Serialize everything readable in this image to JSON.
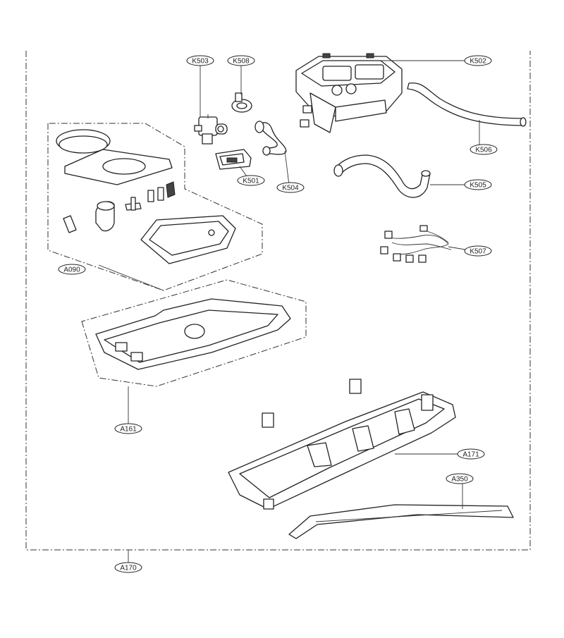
{
  "diagram": {
    "labels": {
      "k503": "K503",
      "k508": "K508",
      "k502": "K502",
      "k506": "K506",
      "k501": "K501",
      "k504": "K504",
      "k505": "K505",
      "k507": "K507",
      "a090": "A090",
      "a161": "A161",
      "a171": "A171",
      "a350": "A350",
      "a170": "A170"
    }
  }
}
